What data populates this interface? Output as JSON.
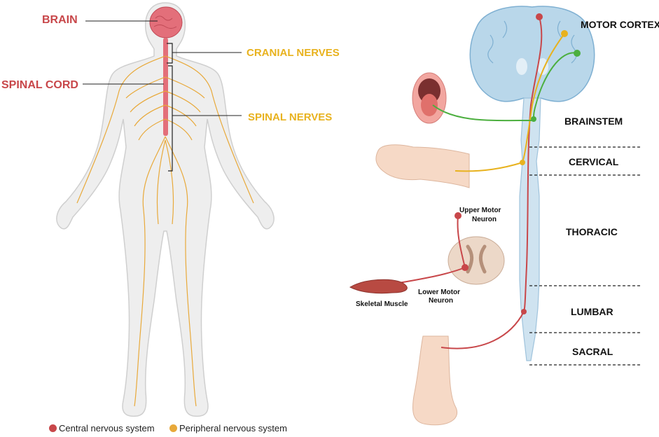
{
  "left": {
    "brain": "BRAIN",
    "spinal_cord": "SPINAL CORD",
    "cranial_nerves": "CRANIAL NERVES",
    "spinal_nerves": "SPINAL NERVES"
  },
  "right": {
    "motor_cortex": "MOTOR CORTEX",
    "brainstem": "BRAINSTEM",
    "cervical": "CERVICAL",
    "thoracic": "THORACIC",
    "lumbar": "LUMBAR",
    "sacral": "SACRAL",
    "upper_motor_1": "Upper Motor",
    "upper_motor_2": "Neuron",
    "lower_motor_1": "Lower Motor",
    "lower_motor_2": "Neuron",
    "skeletal_muscle": "Skeletal Muscle"
  },
  "legend": {
    "central": "Central nervous system",
    "peripheral": "Peripheral nervous system"
  },
  "colors": {
    "central": "#c8474a",
    "peripheral": "#e8a93a",
    "cranial_path": "#4caf3f",
    "brain_blue": "#b9d7ea"
  }
}
